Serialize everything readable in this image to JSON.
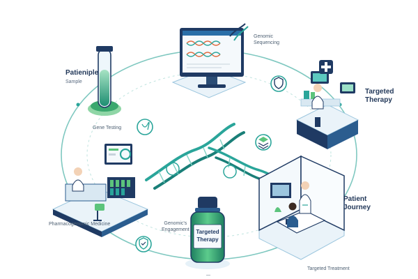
{
  "labels": {
    "targeted_therapy": "Targeted\nTherapy",
    "patient_journey": "Patient\nJourney",
    "patient_sample": "Patieniple",
    "sample_sub": "Sample",
    "gene_testing": "Gene Testing",
    "genomic_sequencing": "Genomic\nSequencing",
    "genomic_engagement": "Genomic's\nEngagement",
    "genomic_lab": "Pharmacogenomic Medicine",
    "targeted_treatment": "Targeted Treatment",
    "bottom_stub": "—"
  },
  "vial": {
    "label_line1": "Targeted",
    "label_line2": "Therapy"
  },
  "colors": {
    "navy": "#1f3a63",
    "teal": "#2aa59a",
    "green": "#5cc47c",
    "light_blue": "#e6f1f8",
    "ring": "#7fc8c0"
  },
  "icons": [
    "dna-helix-icon",
    "shield-icon",
    "medical-cross-icon",
    "stack-layers-icon",
    "shield-check-icon",
    "cell-icon",
    "test-tube-icon",
    "monitor-icon",
    "medicine-bottle-icon",
    "scientist-icon",
    "doctor-icon"
  ]
}
